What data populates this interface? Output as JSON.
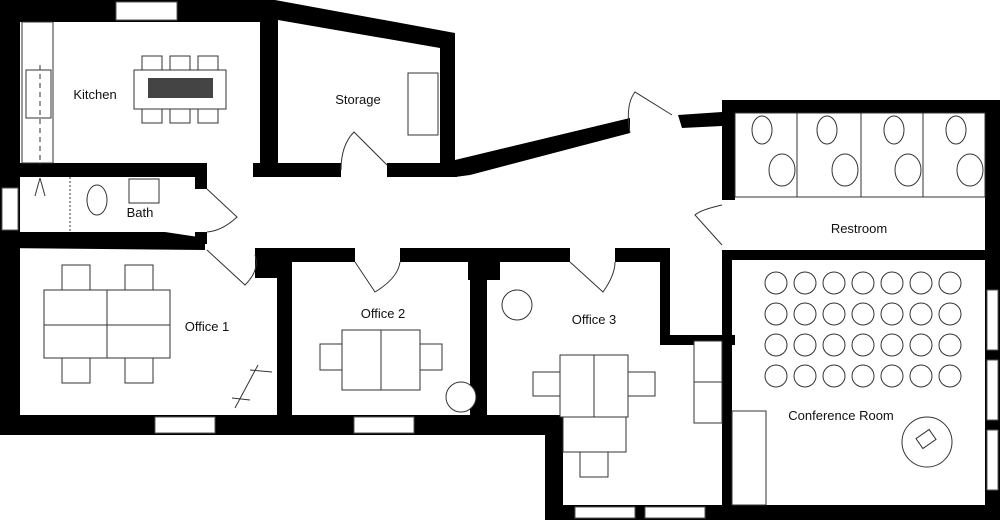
{
  "rooms": [
    {
      "id": "kitchen",
      "label": "Kitchen"
    },
    {
      "id": "storage",
      "label": "Storage"
    },
    {
      "id": "bath",
      "label": "Bath"
    },
    {
      "id": "restroom",
      "label": "Restroom"
    },
    {
      "id": "office1",
      "label": "Office 1"
    },
    {
      "id": "office2",
      "label": "Office 2"
    },
    {
      "id": "office3",
      "label": "Office 3"
    },
    {
      "id": "conference",
      "label": "Conference Room"
    }
  ],
  "colors": {
    "wall": "#000000",
    "floor": "#ffffff",
    "line": "#333333"
  }
}
